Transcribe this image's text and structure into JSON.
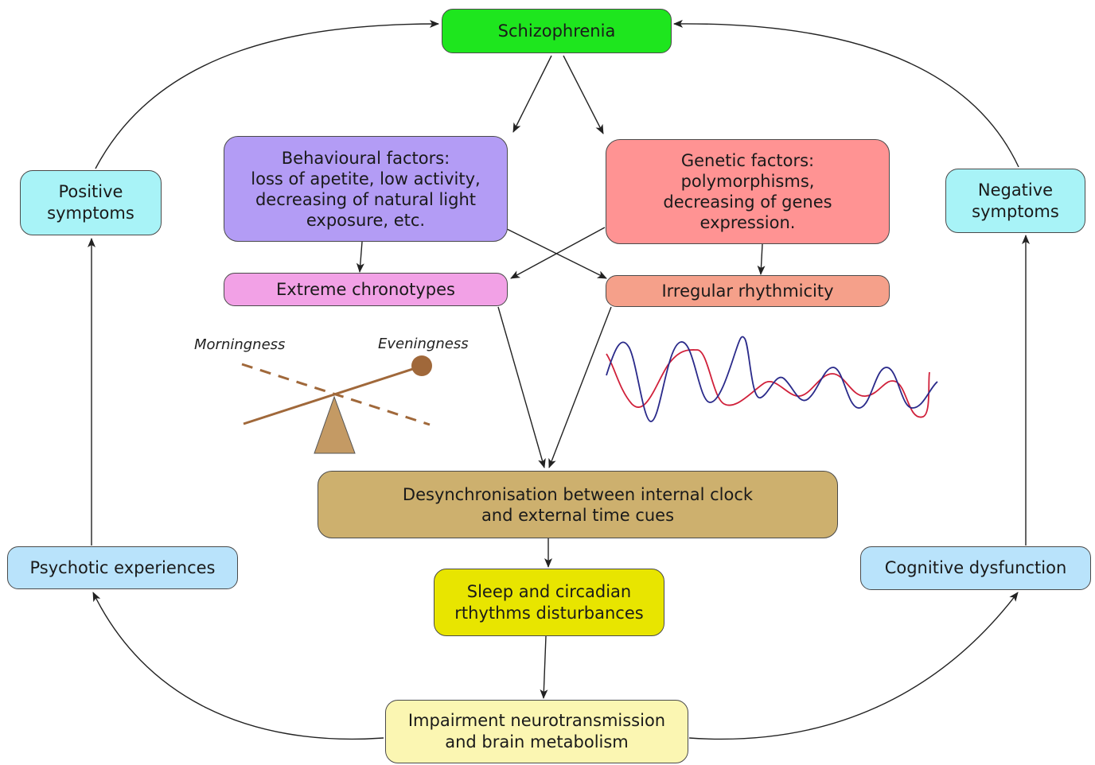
{
  "nodes": {
    "schizophrenia": {
      "text": "Schizophrenia",
      "color": "#1ee61e"
    },
    "behavioural": {
      "text": "Behavioural factors:\nloss of apetite, low activity,\ndecreasing of natural light\nexposure, etc.",
      "color": "#b39cf5"
    },
    "genetic": {
      "text": "Genetic factors:\npolymorphisms,\ndecreasing of genes\nexpression.",
      "color": "#ff9393"
    },
    "extreme_chronotypes": {
      "text": "Extreme chronotypes",
      "color": "#f2a1e6"
    },
    "irregular_rhythmicity": {
      "text": "Irregular rhythmicity",
      "color": "#f5a08a"
    },
    "desynchronisation": {
      "text": "Desynchronisation between internal clock\nand external time cues",
      "color": "#cdb06e"
    },
    "sleep_disturbances": {
      "text": "Sleep and circadian\nrthythms disturbances",
      "color": "#e8e500"
    },
    "impairment": {
      "text": "Impairment neurotransmission\nand brain metabolism",
      "color": "#fbf6b2"
    },
    "psychotic": {
      "text": "Psychotic experiences",
      "color": "#b9e3fb"
    },
    "cognitive": {
      "text": "Cognitive dysfunction",
      "color": "#b9e3fb"
    },
    "positive": {
      "text": "Positive\nsymptoms",
      "color": "#a8f3f7"
    },
    "negative": {
      "text": "Negative\nsymptoms",
      "color": "#a8f3f7"
    }
  },
  "seesaw": {
    "morningness_label": "Morningness",
    "eveningness_label": "Eveningness",
    "color": "#a0683a"
  },
  "waves": {
    "blue": "#2a2a8a",
    "red": "#d0203a"
  }
}
